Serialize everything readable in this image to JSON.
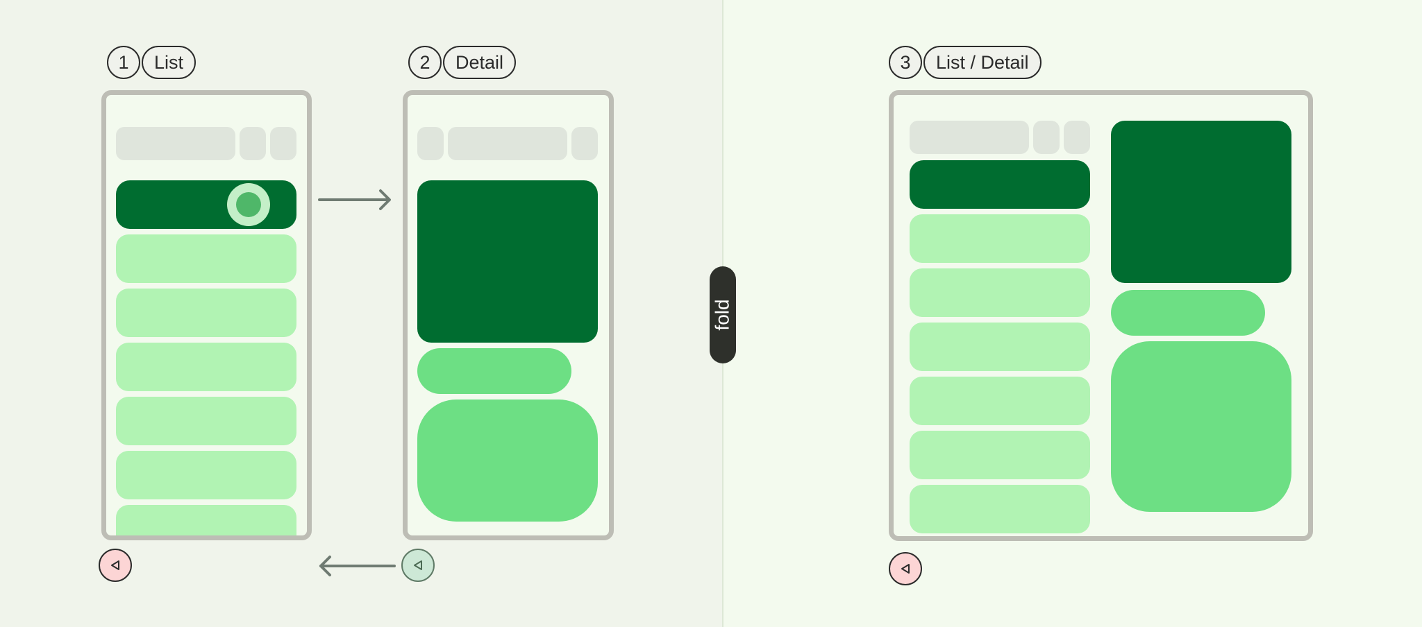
{
  "steps": [
    {
      "number": "1",
      "label": "List"
    },
    {
      "number": "2",
      "label": "Detail"
    },
    {
      "number": "3",
      "label": "List / Detail"
    }
  ],
  "fold": {
    "label": "fold"
  },
  "colors": {
    "left_background": "#f0f4eb",
    "right_background": "#f3faee",
    "frame": "#bdbdb5",
    "selected_item": "#006d30",
    "list_item": "#b1f3b3",
    "detail_accent": "#6ddf84",
    "toolbar_placeholder": "#dfe5dc",
    "back_button_inactive": "#fcd5d5",
    "back_button_active": "#cde8d6"
  },
  "icons": {
    "forward_arrow": "arrow-right-icon",
    "back_arrow": "arrow-left-icon",
    "system_back": "triangle-left-icon",
    "touch": "touch-indicator-icon"
  }
}
